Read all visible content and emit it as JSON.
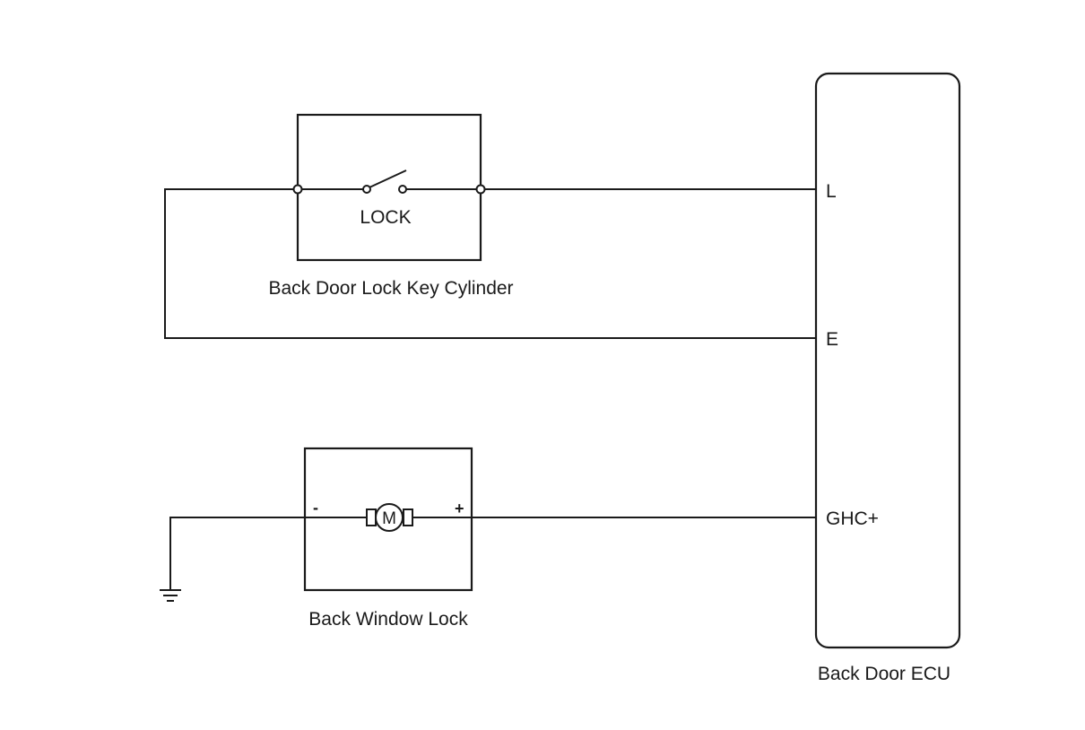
{
  "components": {
    "key_cylinder": {
      "label": "Back Door Lock Key Cylinder",
      "switch_label": "LOCK"
    },
    "window_lock": {
      "label": "Back Window Lock",
      "motor_symbol": "M",
      "minus_sign": "-",
      "plus_sign": "+"
    },
    "ecu": {
      "label": "Back Door ECU",
      "pins": [
        "L",
        "E",
        "GHC+"
      ]
    }
  },
  "icons": {
    "switch": "switch-icon",
    "motor": "motor-icon",
    "ground": "ground-icon"
  }
}
